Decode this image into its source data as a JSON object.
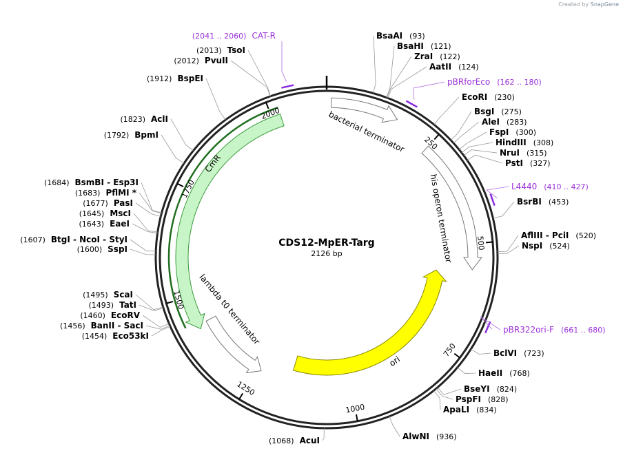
{
  "credit": {
    "prefix": "Created by",
    "brand": "SnapGene"
  },
  "plasmid": {
    "name": "CDS12-MpER-Targ",
    "length_label": "2126 bp",
    "length": 2126
  },
  "ticks": [
    {
      "pos": 250,
      "label": "250"
    },
    {
      "pos": 500,
      "label": "500"
    },
    {
      "pos": 750,
      "label": "750"
    },
    {
      "pos": 1000,
      "label": "1000"
    },
    {
      "pos": 1250,
      "label": "1250"
    },
    {
      "pos": 1500,
      "label": "1500"
    },
    {
      "pos": 1750,
      "label": "1750"
    },
    {
      "pos": 2000,
      "label": "2000"
    }
  ],
  "features": [
    {
      "name": "CmR",
      "start": 2020,
      "end": 1420,
      "dir": "ccw",
      "color": "#c8f5c8",
      "label": "CmR"
    },
    {
      "name": "ori",
      "start": 1160,
      "end": 570,
      "dir": "ccw",
      "color": "#ffff00",
      "label": "ori"
    },
    {
      "name": "bacterial-terminator",
      "start": 10,
      "end": 160,
      "dir": "cw",
      "color": "#ffffff",
      "label": "bacterial terminator"
    },
    {
      "name": "his-operon-terminator",
      "start": 250,
      "end": 560,
      "dir": "cw",
      "color": "#ffffff",
      "label": "his operon terminator"
    },
    {
      "name": "lambda-t0-terminator",
      "start": 1430,
      "end": 1240,
      "dir": "ccw",
      "color": "#ffffff",
      "label": "lambda t0 terminator"
    }
  ],
  "primers": [
    {
      "name": "CAT-R",
      "range": "(2041 .. 2060)",
      "pos": 2050
    },
    {
      "name": "pBRforEco",
      "range": "(162 .. 180)",
      "pos": 171
    },
    {
      "name": "L4440",
      "range": "(410 .. 427)",
      "pos": 418
    },
    {
      "name": "pBR322ori-F",
      "range": "(661 .. 680)",
      "pos": 670
    }
  ],
  "sites_right": [
    {
      "name": "BsaAI",
      "pos_label": "(93)",
      "pos": 93
    },
    {
      "name": "BsaHI",
      "pos_label": "(121)",
      "pos": 121
    },
    {
      "name": "ZraI",
      "pos_label": "(122)",
      "pos": 122
    },
    {
      "name": "AatII",
      "pos_label": "(124)",
      "pos": 124
    },
    {
      "name": "EcoRI",
      "pos_label": "(230)",
      "pos": 230
    },
    {
      "name": "BsgI",
      "pos_label": "(275)",
      "pos": 275
    },
    {
      "name": "AleI",
      "pos_label": "(283)",
      "pos": 283
    },
    {
      "name": "FspI",
      "pos_label": "(300)",
      "pos": 300
    },
    {
      "name": "HindIII",
      "pos_label": "(308)",
      "pos": 308
    },
    {
      "name": "NruI",
      "pos_label": "(315)",
      "pos": 315
    },
    {
      "name": "PstI",
      "pos_label": "(327)",
      "pos": 327
    },
    {
      "name": "BsrBI",
      "pos_label": "(453)",
      "pos": 453
    },
    {
      "name": "AflIII - PciI",
      "pos_label": "(520)",
      "pos": 520
    },
    {
      "name": "NspI",
      "pos_label": "(524)",
      "pos": 524
    },
    {
      "name": "BclVI",
      "pos_label": "(723)",
      "pos": 723
    },
    {
      "name": "HaeII",
      "pos_label": "(768)",
      "pos": 768
    },
    {
      "name": "BseYI",
      "pos_label": "(824)",
      "pos": 824
    },
    {
      "name": "PspFI",
      "pos_label": "(828)",
      "pos": 828
    },
    {
      "name": "ApaLI",
      "pos_label": "(834)",
      "pos": 834
    },
    {
      "name": "AlwNI",
      "pos_label": "(936)",
      "pos": 936
    }
  ],
  "sites_left": [
    {
      "name": "AcuI",
      "pos_label": "(1068)",
      "pos": 1068
    },
    {
      "name": "Eco53kI",
      "pos_label": "(1454)",
      "pos": 1454
    },
    {
      "name": "BanII - SacI",
      "pos_label": "(1456)",
      "pos": 1456
    },
    {
      "name": "EcoRV",
      "pos_label": "(1460)",
      "pos": 1460
    },
    {
      "name": "TatI",
      "pos_label": "(1493)",
      "pos": 1493
    },
    {
      "name": "ScaI",
      "pos_label": "(1495)",
      "pos": 1495
    },
    {
      "name": "SspI",
      "pos_label": "(1600)",
      "pos": 1600
    },
    {
      "name": "BtgI - NcoI - StyI",
      "pos_label": "(1607)",
      "pos": 1607
    },
    {
      "name": "EaeI",
      "pos_label": "(1643)",
      "pos": 1643
    },
    {
      "name": "MscI",
      "pos_label": "(1645)",
      "pos": 1645
    },
    {
      "name": "PasI",
      "pos_label": "(1677)",
      "pos": 1677
    },
    {
      "name": "PflMI *",
      "pos_label": "(1683)",
      "pos": 1683
    },
    {
      "name": "BsmBI - Esp3I",
      "pos_label": "(1684)",
      "pos": 1684
    },
    {
      "name": "BpmI",
      "pos_label": "(1792)",
      "pos": 1792
    },
    {
      "name": "AclI",
      "pos_label": "(1823)",
      "pos": 1823
    },
    {
      "name": "BspEI",
      "pos_label": "(1912)",
      "pos": 1912
    },
    {
      "name": "PvuII",
      "pos_label": "(2012)",
      "pos": 2012
    },
    {
      "name": "TsoI",
      "pos_label": "(2013)",
      "pos": 2013
    }
  ]
}
